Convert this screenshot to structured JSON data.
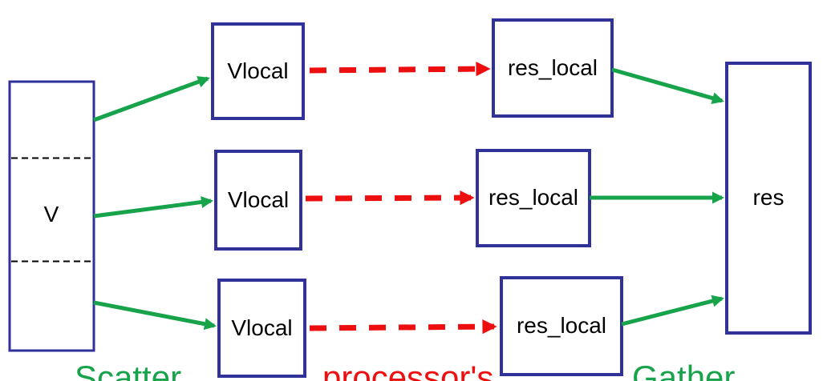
{
  "diagram": {
    "labels": {
      "v": "V",
      "vlocal": "Vlocal",
      "res_local": "res_local",
      "res": "res"
    },
    "caption": {
      "scatter": "Scatter",
      "process": "processor's",
      "gather": "Gather"
    },
    "edges": [
      {
        "from": "V",
        "to": "Vlocal",
        "phase": "scatter",
        "style": "solid-green",
        "count": 3
      },
      {
        "from": "Vlocal",
        "to": "res_local",
        "phase": "process",
        "style": "dashed-red",
        "count": 3
      },
      {
        "from": "res_local",
        "to": "res",
        "phase": "gather",
        "style": "solid-green",
        "count": 3
      }
    ],
    "colors": {
      "box_border": "#30329A",
      "scatter_gather_arrow": "#16A34A",
      "process_arrow": "#ED0F0F",
      "divider": "#000000",
      "label_text": "#000000"
    }
  }
}
